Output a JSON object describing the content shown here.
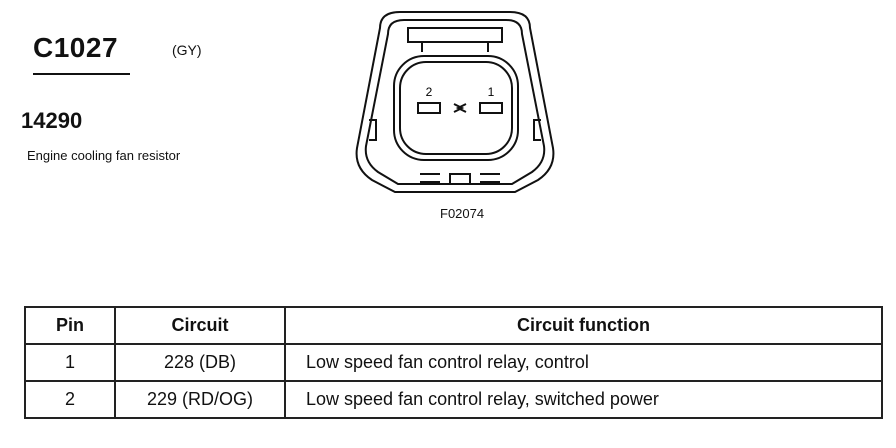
{
  "connector": {
    "id": "C1027",
    "color": "(GY)",
    "part_number": "14290",
    "description": "Engine cooling fan resistor"
  },
  "drawing": {
    "pin_labels": [
      "2",
      "1"
    ],
    "figure_id": "F02074"
  },
  "table": {
    "headers": [
      "Pin",
      "Circuit",
      "Circuit function"
    ],
    "rows": [
      {
        "pin": "1",
        "circuit": "228 (DB)",
        "function": "Low speed fan control relay, control"
      },
      {
        "pin": "2",
        "circuit": "229 (RD/OG)",
        "function": "Low speed fan control relay, switched power"
      }
    ]
  }
}
